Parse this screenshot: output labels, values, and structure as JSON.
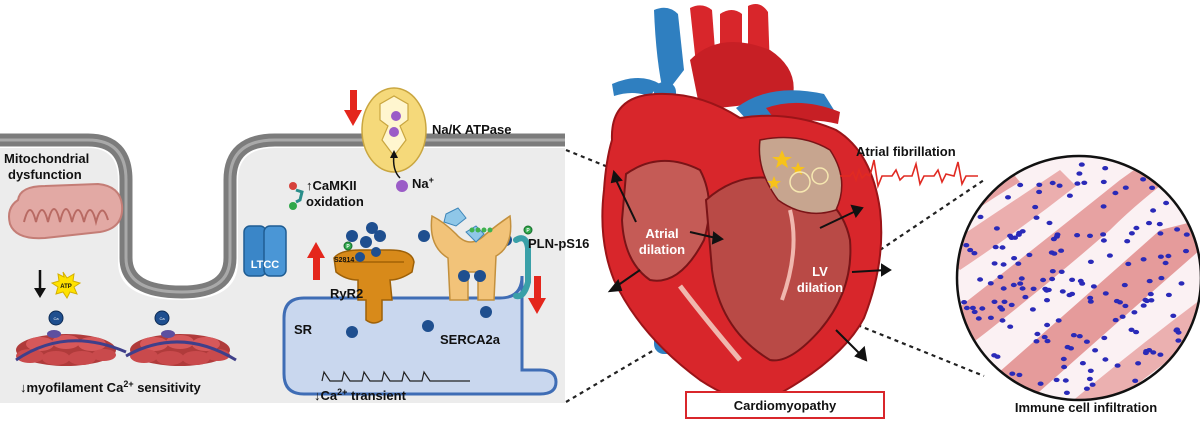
{
  "labels": {
    "mito": [
      "Mitochondrial",
      "dysfunction"
    ],
    "atp": "ATP",
    "ca_ion": "Ca",
    "myofilament": {
      "pre": "↓myofilament Ca",
      "sup": "2+",
      "post": " sensitivity"
    },
    "ltcc": "LTCC",
    "ryr2": "RyR2",
    "s2814": "S2814",
    "sr": "SR",
    "ca_transient": {
      "pre": "↓Ca",
      "sup": "2+",
      "post": " transient"
    },
    "serca": "SERCA2a",
    "pln": "PLN-pS16",
    "camkii": [
      "↑CaMKII",
      "oxidation"
    ],
    "nak": "Na/K ATPase",
    "na_ion": {
      "base": "Na",
      "sup": "+"
    },
    "p_marker": "P",
    "atrial_dilation": [
      "Atrial",
      "dilation"
    ],
    "lv_dilation": [
      "LV",
      "dilation"
    ],
    "atrial_fib": "Atrial fibrillation",
    "cardiomyopathy": "Cardiomyopathy",
    "immune": "Immune cell infiltration"
  },
  "colors": {
    "membrane": "#7c7c7c",
    "cytoplasm": "#ececec",
    "sr_fill": "#c9d7ee",
    "sr_stroke": "#3f6db5",
    "ca_blue": "#1f4f8f",
    "red_arrow": "#e4261c",
    "heart_red": "#d8262b",
    "vessel_blue": "#2f7fc0",
    "ltcc": "#3a86c8",
    "ryr2": "#d88a1a",
    "serca": "#f2c379",
    "nak": "#f5d97a",
    "immune": "#2a2ab8",
    "fiber": "#e7a2a2",
    "box_red": "#d9262b"
  }
}
